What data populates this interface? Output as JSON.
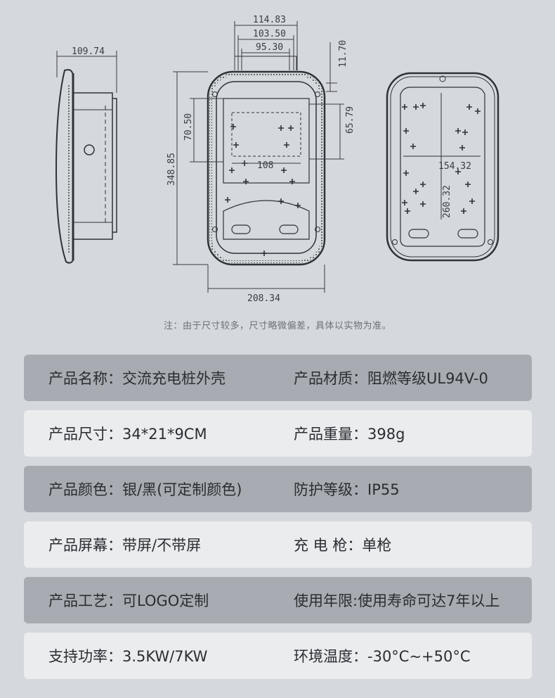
{
  "dimensions": {
    "side_width": "109.74",
    "front_w1": "114.83",
    "front_w2": "103.50",
    "front_w3": "95.30",
    "front_h_small": "11.70",
    "front_total_h": "348.85",
    "front_h1": "70.50",
    "front_h2": "65.79",
    "front_inner_w": "108",
    "front_total_w": "208.34",
    "back_w": "154.32",
    "back_h": "260.32"
  },
  "note": "注：由于尺寸较多，尺寸略微偏差，具体以实物为准。",
  "specs": [
    {
      "left": "产品名称：交流充电桩外壳",
      "right": "产品材质：阻燃等级UL94V-0"
    },
    {
      "left": "产品尺寸：34*21*9CM",
      "right": "产品重量：398g"
    },
    {
      "left": "产品颜色：银/黑(可定制颜色)",
      "right": "防护等级：IP55"
    },
    {
      "left": "产品屏幕：带屏/不带屏",
      "right": "充  电  枪：单枪"
    },
    {
      "left": "产品工艺：可LOGO定制",
      "right": "使用年限:使用寿命可达7年以上"
    },
    {
      "left": "支持功率：3.5KW/7KW",
      "right": "环境温度：-30°C~+50°C"
    }
  ]
}
